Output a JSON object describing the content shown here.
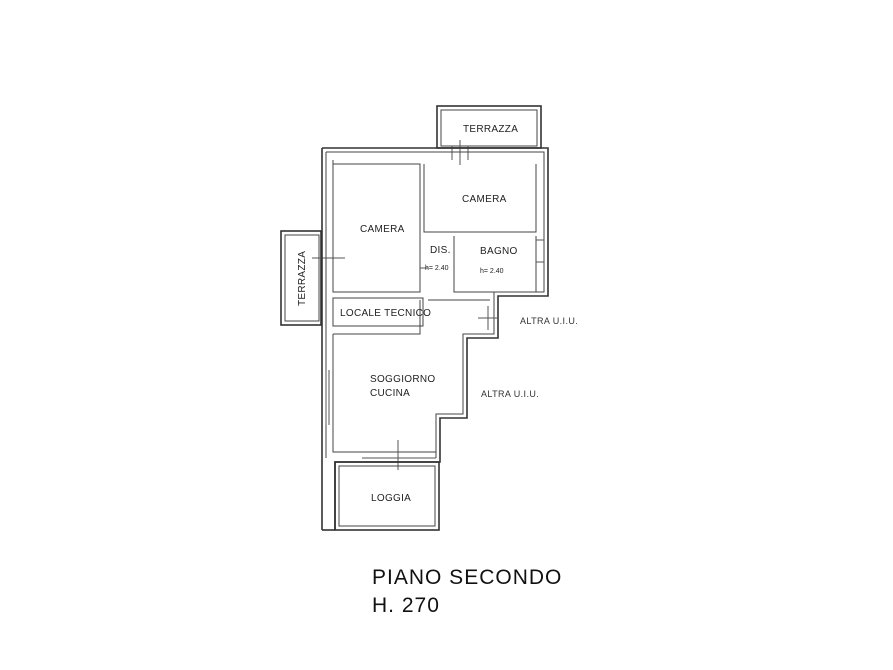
{
  "rooms": {
    "terrazza_top": "TERRAZZA",
    "terrazza_left": "TERRAZZA",
    "camera_left": "CAMERA",
    "camera_right": "CAMERA",
    "dis": "DIS.",
    "dis_height": "h= 2.40",
    "bagno": "BAGNO",
    "bagno_height": "h= 2.40",
    "locale_tecnico": "LOCALE TECNICO",
    "soggiorno_line1": "SOGGIORNO",
    "soggiorno_line2": "CUCINA",
    "loggia": "LOGGIA"
  },
  "neighbors": {
    "altra_1": "ALTRA U.I.U.",
    "altra_2": "ALTRA U.I.U."
  },
  "footer": {
    "floor": "PIANO SECONDO",
    "height": "H. 270"
  }
}
